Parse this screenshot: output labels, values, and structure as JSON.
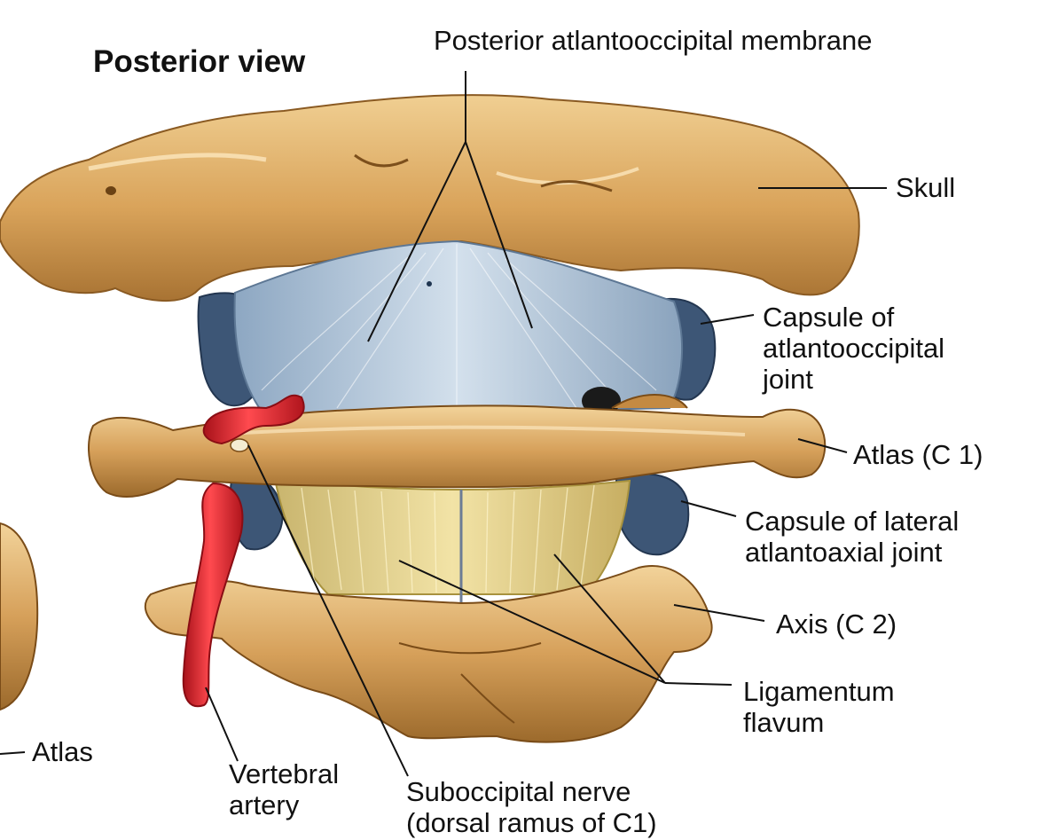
{
  "title": "Posterior view",
  "labels": {
    "posterior_membrane": "Posterior atlantooccipital membrane",
    "skull": "Skull",
    "capsule_ao": [
      "Capsule of",
      "atlantooccipital",
      "joint"
    ],
    "atlas_c1": "Atlas (C 1)",
    "capsule_aa": [
      "Capsule of lateral",
      "atlantoaxial joint"
    ],
    "axis_c2": "Axis (C 2)",
    "lig_flavum": [
      "Ligamentum",
      "flavum"
    ],
    "atlas": "Atlas",
    "vertebral_artery": [
      "Vertebral",
      "artery"
    ],
    "suboccipital_nerve": [
      "Suboccipital nerve",
      "(dorsal ramus of C1)"
    ]
  },
  "colors": {
    "bone": "#d9a35a",
    "bone_light": "#efc98a",
    "bone_dark": "#9c6a2c",
    "membrane": "#aec3d8",
    "membrane_dark": "#5d7794",
    "capsule": "#3d5676",
    "flavum": "#e3d08a",
    "artery": "#d8202a",
    "leader": "#111111"
  }
}
